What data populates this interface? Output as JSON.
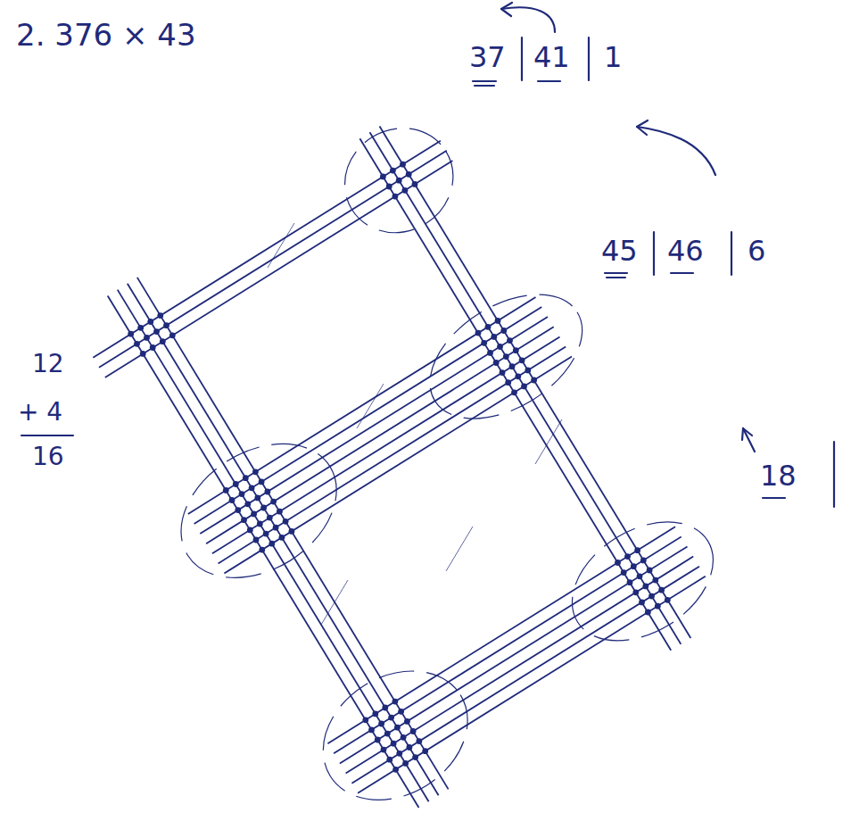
{
  "diagram": {
    "labels": [
      "2. 376 × 43",
      "37",
      "41",
      "1",
      "45",
      "46",
      "6",
      "18",
      "12",
      "+ 4",
      "16"
    ]
  }
}
